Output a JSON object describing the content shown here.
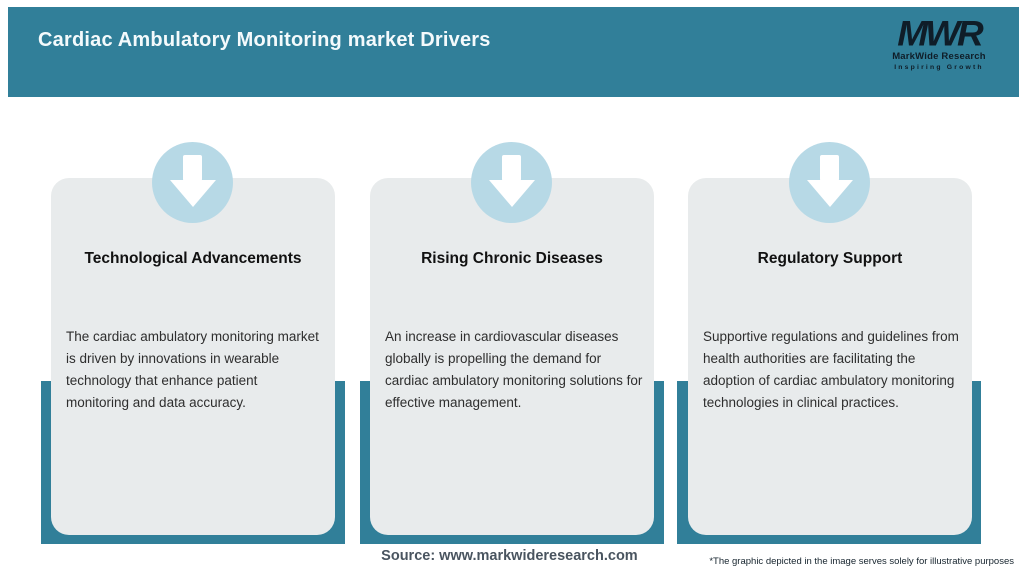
{
  "colors": {
    "teal": "#317f99",
    "circle": "#b7d9e6",
    "card-bg": "#e8ebec",
    "logo": "#0f1d28",
    "header-title": "#f4fafc",
    "card-title": "#111111",
    "card-body": "#2e2e2e",
    "source": "#49545f",
    "disclaimer": "#16242e"
  },
  "header": {
    "title": "Cardiac Ambulatory Monitoring market Drivers"
  },
  "logo": {
    "monogram": "MWR",
    "name": "MarkWide Research",
    "tagline": "Inspiring Growth"
  },
  "icons": {
    "arrow": "arrow-down-icon"
  },
  "cards": [
    {
      "title": "Technological Advancements",
      "body": "The cardiac ambulatory monitoring market is driven by innovations in wearable technology that enhance patient monitoring and data accuracy."
    },
    {
      "title": "Rising Chronic Diseases",
      "body": "An increase in cardiovascular diseases globally is propelling the demand for cardiac ambulatory monitoring solutions for effective management."
    },
    {
      "title": "Regulatory Support",
      "body": "Supportive regulations and guidelines from health authorities are facilitating the adoption of cardiac ambulatory monitoring technologies in clinical practices."
    }
  ],
  "footer": {
    "source": "Source: www.markwideresearch.com",
    "disclaimer": "*The graphic depicted in the image serves solely for illustrative purposes"
  }
}
